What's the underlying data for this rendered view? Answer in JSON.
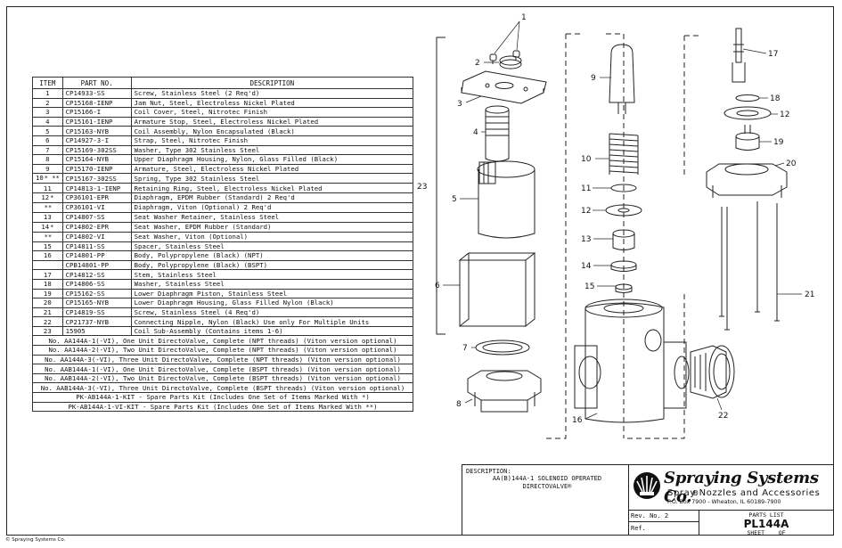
{
  "table": {
    "headers": [
      "ITEM",
      "PART NO.",
      "DESCRIPTION"
    ],
    "rows": [
      {
        "item": "1",
        "part": "CP14933-SS",
        "desc": "Screw, Stainless Steel (2 Req'd)"
      },
      {
        "item": "2",
        "part": "CP15168-IENP",
        "desc": "Jam Nut, Steel, Electroless Nickel Plated"
      },
      {
        "item": "3",
        "part": "CP15166-I",
        "desc": "Coil Cover, Steel, Nitrotec Finish"
      },
      {
        "item": "4",
        "part": "CP15161-IENP",
        "desc": "Armature Stop, Steel, Electroless Nickel Plated"
      },
      {
        "item": "5",
        "part": "CP15163-NYB",
        "desc": "Coil Assembly, Nylon Encapsulated (Black)"
      },
      {
        "item": "6",
        "part": "CP14927-3-I",
        "desc": "Strap, Steel, Nitrotec Finish"
      },
      {
        "item": "7",
        "part": "CP15169-302SS",
        "desc": "Washer, Type 302 Stainless Steel"
      },
      {
        "item": "8",
        "part": "CP15164-NYB",
        "desc": "Upper Diaphragm Housing, Nylon, Glass Filled (Black)"
      },
      {
        "item": "9",
        "part": "CP15170-IENP",
        "desc": "Armature, Steel, Electroless Nickel Plated"
      },
      {
        "item": "10",
        "mark": "*\n**",
        "part": "CP15167-302SS",
        "desc": "Spring, Type 302 Stainless Steel"
      },
      {
        "item": "11",
        "part": "CP14813-1-IENP",
        "desc": "Retaining Ring, Steel, Electroless Nickel Plated"
      },
      {
        "item": "12",
        "mark": "*",
        "part": "CP36101-EPR",
        "desc": "Diaphragm, EPDM Rubber (Standard) 2 Req'd"
      },
      {
        "item": "",
        "mark": "**",
        "part": "CP36101-VI",
        "desc": "Diaphragm, Viton (Optional) 2 Req'd"
      },
      {
        "item": "13",
        "part": "CP14807-SS",
        "desc": "Seat Washer Retainer, Stainless Steel"
      },
      {
        "item": "14",
        "mark": "*",
        "part": "CP14802-EPR",
        "desc": "Seat Washer, EPDM Rubber (Standard)"
      },
      {
        "item": "",
        "mark": "**",
        "part": "CP14802-VI",
        "desc": "Seat Washer, Viton (Optional)"
      },
      {
        "item": "15",
        "part": "CP14811-SS",
        "desc": "Spacer, Stainless Steel"
      },
      {
        "item": "16",
        "part": "CP14801-PP",
        "desc": "Body, Polypropylene (Black) (NPT)"
      },
      {
        "item": "",
        "part": "CPB14801-PP",
        "desc": "Body, Polypropylene (Black) (BSPT)"
      },
      {
        "item": "17",
        "part": "CP14812-SS",
        "desc": "Stem, Stainless Steel"
      },
      {
        "item": "18",
        "part": "CP14806-SS",
        "desc": "Washer, Stainless Steel"
      },
      {
        "item": "19",
        "part": "CP15162-SS",
        "desc": "Lower Diaphragm Piston, Stainless Steel"
      },
      {
        "item": "20",
        "part": "CP15165-NYB",
        "desc": "Lower Diaphragm Housing, Glass Filled Nylon (Black)"
      },
      {
        "item": "21",
        "part": "CP14819-SS",
        "desc": "Screw, Stainless Steel (4 Req'd)"
      },
      {
        "item": "22",
        "part": "CP21737-NYB",
        "desc": "Connecting Nipple, Nylon (Black) Use only For Multiple Units"
      },
      {
        "item": "23",
        "part": "15905",
        "desc": "Coil Sub-Assembly (Contains items 1-6)"
      }
    ],
    "kits": [
      "No. AA144A-1(-VI), One Unit DirectoValve, Complete (NPT threads) (Viton version optional)",
      "No. AA144A-2(-VI), Two Unit DirectoValve, Complete (NPT threads) (Viton version optional)",
      "No. AA144A-3(-VI), Three Unit DirectoValve, Complete (NPT threads) (Viton version optional)",
      "No. AAB144A-1(-VI), One Unit DirectoValve, Complete (BSPT threads) (Viton version optional)",
      "No. AAB144A-2(-VI), Two Unit DirectoValve, Complete (BSPT threads) (Viton version optional)",
      "No. AAB144A-3(-VI), Three Unit DirectoValve, Complete (BSPT threads) (Viton version optional)",
      "PK-AB144A-1-KIT - Spare Parts Kit (Includes One Set of Items Marked With *)",
      "PK-AB144A-1-VI-KIT - Spare Parts Kit (Includes One Set of Items Marked With **)"
    ]
  },
  "callouts": [
    "1",
    "2",
    "3",
    "4",
    "5",
    "6",
    "7",
    "8",
    "9",
    "10",
    "11",
    "12",
    "13",
    "14",
    "15",
    "16",
    "17",
    "18",
    "12",
    "19",
    "20",
    "21",
    "22",
    "23"
  ],
  "title_block": {
    "description_label": "DESCRIPTION:",
    "description_line1": "AA(B)144A-1 SOLENOID OPERATED",
    "description_line2": "DIRECTOVALVE®",
    "brand": "Spraying Systems Co.",
    "brand_mark": "®",
    "tagline": "Spray Nozzles and Accessories",
    "address": "P.O. Box 7900 - Wheaton, IL 60189-7900",
    "rev": "Rev. No. 2",
    "ref": "Ref.",
    "parts_list_label": "PARTS LIST",
    "parts_list_number": "PL144A",
    "sheet_label": "SHEET    OF"
  },
  "copyright": "© Spraying Systems Co."
}
